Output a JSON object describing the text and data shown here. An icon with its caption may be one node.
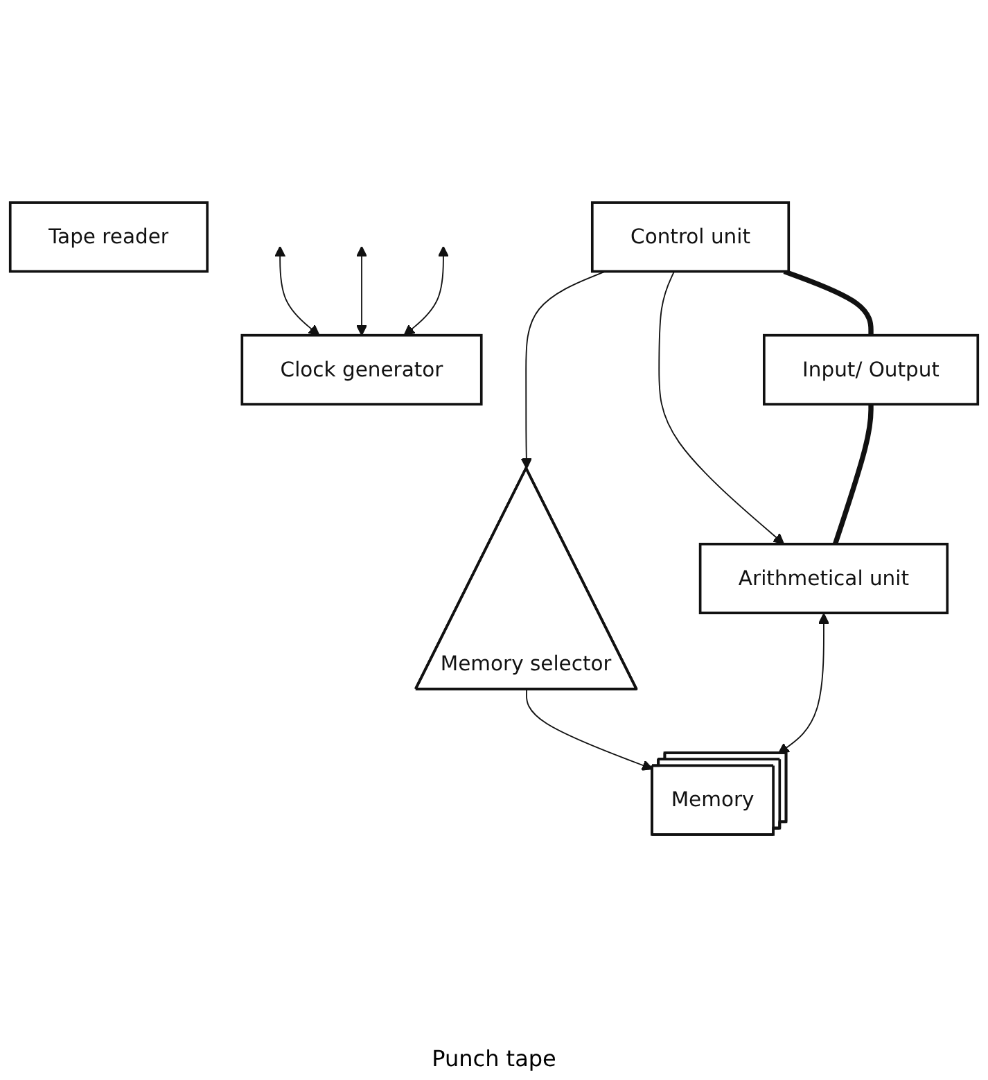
{
  "diagram": {
    "nodes": [
      {
        "text": [
          "Input/ Output"
        ]
      },
      {
        "text": [
          "Tape reader"
        ]
      },
      {
        "text": [
          "Control unit"
        ]
      },
      {
        "text": [
          "Arithmetical unit"
        ]
      },
      {
        "text": [
          "Memory selector"
        ]
      },
      {
        "text": [
          "Memory"
        ]
      },
      {
        "text": [
          "Clock generator"
        ]
      }
    ],
    "edges": [
      {
        "from": 2,
        "to": 0,
        "arrow": "none",
        "style": "thick"
      },
      {
        "from": 0,
        "to": 3,
        "arrow": "none",
        "style": "thick"
      },
      {
        "from": 2,
        "to": 3,
        "arrow": "to"
      },
      {
        "from": 3,
        "to": 5,
        "arrow": "both"
      },
      {
        "from": 2,
        "to": 4,
        "arrow": "to"
      },
      {
        "from": 4,
        "to": 5,
        "arrow": "to"
      },
      {
        "from": null,
        "to": 6,
        "arrow": "both"
      },
      {
        "from": null,
        "to": 6,
        "arrow": "both"
      },
      {
        "from": null,
        "to": 6,
        "arrow": "both"
      }
    ],
    "labels": [
      "Punch tape"
    ]
  }
}
